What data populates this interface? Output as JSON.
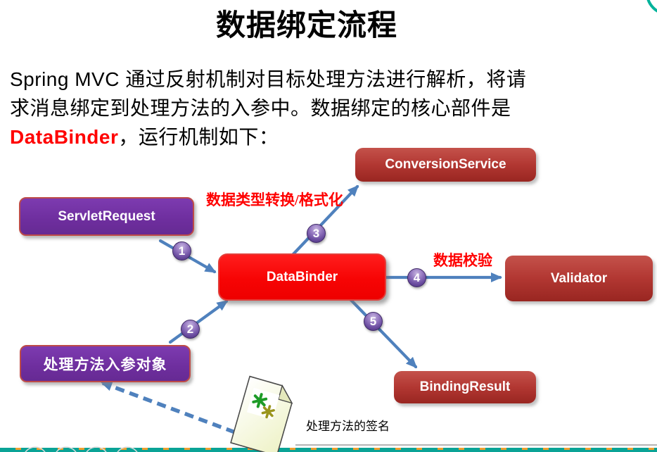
{
  "slide": {
    "title": "数据绑定流程",
    "intro": {
      "line1": "Spring MVC 通过反射机制对目标处理方法进行解析，将请",
      "line2": "求消息绑定到处理方法的入参中。数据绑定的核心部件是",
      "highlight": "DataBinder",
      "line3_rest": "，运行机制如下："
    },
    "diagram": {
      "boxes": {
        "servlet_request": "ServletRequest",
        "conversion_service": "ConversionService",
        "data_binder": "DataBinder",
        "validator": "Validator",
        "param_object": "处理方法入参对象",
        "binding_result": "BindingResult"
      },
      "steps": {
        "s1": "1",
        "s2": "2",
        "s3": "3",
        "s4": "4",
        "s5": "5"
      },
      "labels": {
        "conversion": "数据类型转换/格式化",
        "validation": "数据校验",
        "signature": "处理方法的签名"
      }
    },
    "colors": {
      "purple_box": "#7030A0",
      "purple_box_border": "#BE4B48",
      "bright_red_box": "#F70404",
      "dark_red_box": "#B23732",
      "arrow_blue": "#4F81BD",
      "step_circle_purple": "#6A4C9F",
      "annotation_red": "#FF0000",
      "footer_teal": "#0AA396",
      "footer_orange": "#EFA02F",
      "corner_accent_green": "#00B39B"
    }
  }
}
